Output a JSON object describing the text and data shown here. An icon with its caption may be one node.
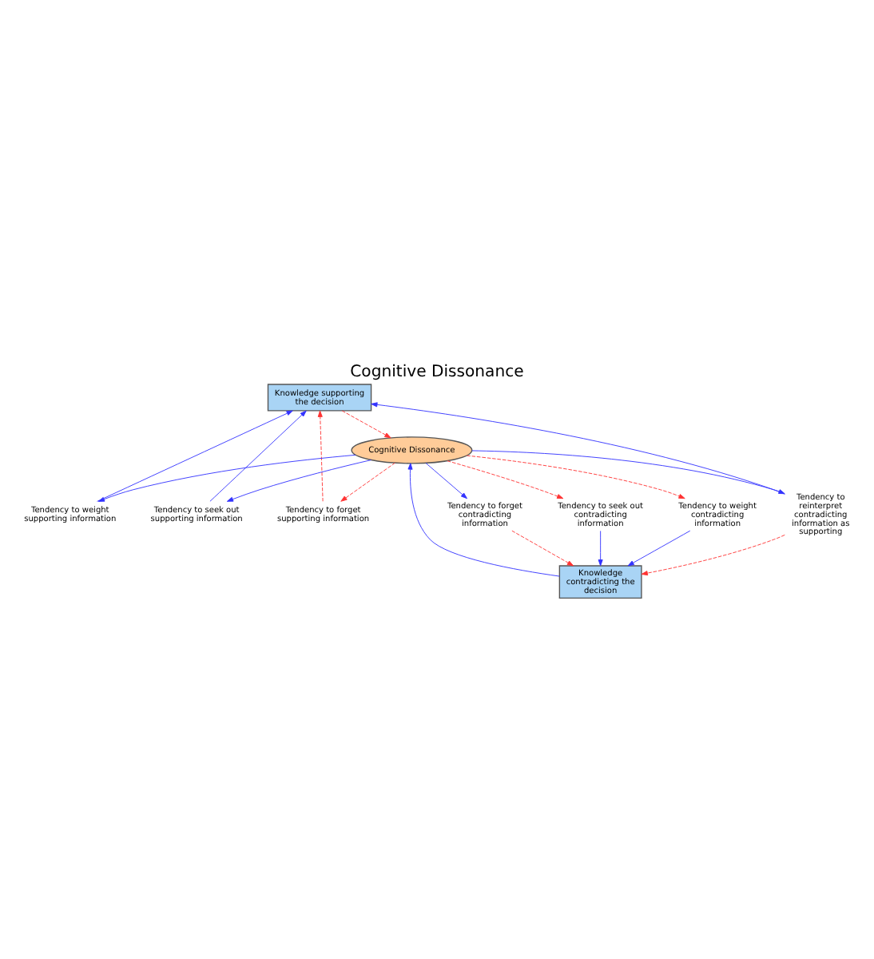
{
  "diagram": {
    "title": "Cognitive Dissonance",
    "nodes": [
      {
        "text": [
          "Knowledge supporting the decision"
        ]
      },
      {
        "text": [
          "Tendency to weight supporting information"
        ]
      },
      {
        "text": [
          "Tendency to seek out supporting information"
        ]
      },
      {
        "text": [
          "Tendency to forget supporting information"
        ]
      },
      {
        "text": [
          "Tendency to reinterpret contradicting information as supporting"
        ]
      },
      {
        "text": [
          "Cognitive Dissonance"
        ]
      },
      {
        "text": [
          "Knowledge contradicting the decision"
        ]
      },
      {
        "text": [
          "Tendency to forget contradicting information"
        ]
      },
      {
        "text": [
          "Tendency to seek out contradicting information"
        ]
      },
      {
        "text": [
          "Tendency to weight contradicting information"
        ]
      }
    ],
    "edges": [
      {
        "from": 5,
        "to": 1,
        "arrow": "to"
      },
      {
        "from": 1,
        "to": 0,
        "arrow": "to"
      },
      {
        "from": 5,
        "to": 2,
        "arrow": "to"
      },
      {
        "from": 2,
        "to": 0,
        "arrow": "to"
      },
      {
        "from": 4,
        "to": 0,
        "arrow": "to"
      },
      {
        "from": 5,
        "to": 4,
        "arrow": "to"
      },
      {
        "from": 6,
        "to": 5,
        "arrow": "to"
      },
      {
        "from": 5,
        "to": 7,
        "arrow": "to"
      },
      {
        "from": 8,
        "to": 6,
        "arrow": "to"
      },
      {
        "from": 9,
        "to": 6,
        "arrow": "to"
      },
      {
        "from": 0,
        "to": 5,
        "arrow": "to",
        "style": "dashed",
        "color": "#ff3333"
      },
      {
        "from": 3,
        "to": 0,
        "arrow": "to",
        "style": "dashed",
        "color": "#ff3333"
      },
      {
        "from": 5,
        "to": 3,
        "arrow": "to",
        "style": "dashed",
        "color": "#ff3333"
      },
      {
        "from": 4,
        "to": 6,
        "arrow": "to",
        "style": "dashed",
        "color": "#ff3333"
      },
      {
        "from": 7,
        "to": 6,
        "arrow": "to",
        "style": "dashed",
        "color": "#ff3333"
      },
      {
        "from": 5,
        "to": 8,
        "arrow": "to",
        "style": "dashed",
        "color": "#ff3333"
      },
      {
        "from": 5,
        "to": 9,
        "arrow": "to",
        "style": "dashed",
        "color": "#ff3333"
      }
    ]
  }
}
